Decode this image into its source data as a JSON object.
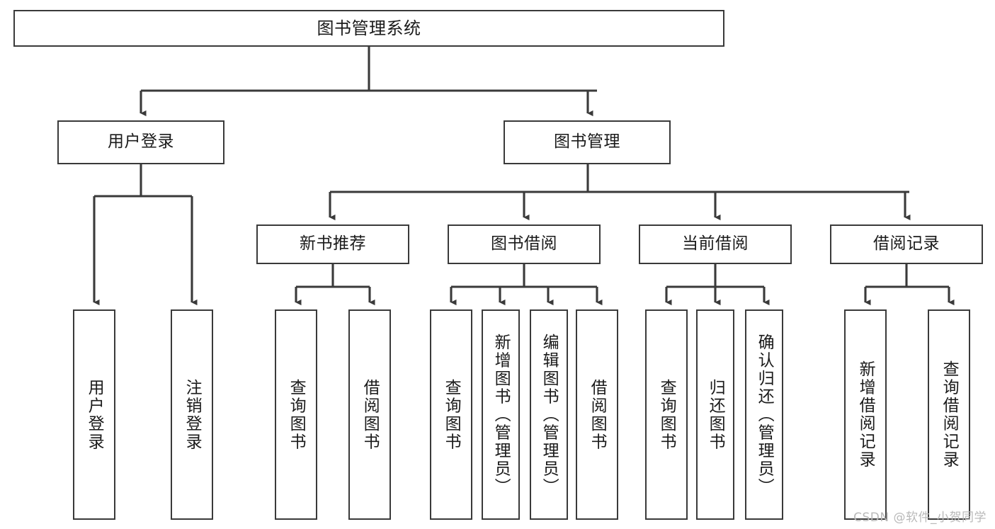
{
  "diagram": {
    "title": "图书管理系统",
    "type": "tree-hierarchy",
    "watermark": "CSDN @软件_小贺同学",
    "colors": {
      "border": "#3a3a3a",
      "fill": "#ffffff",
      "text": "#1a1a1a",
      "edge": "#3a3a3a",
      "watermark": "#b9b9b9"
    },
    "root": {
      "id": "root",
      "label": "图书管理系统"
    },
    "level2": [
      {
        "id": "l2-0",
        "label": "用户登录"
      },
      {
        "id": "l2-1",
        "label": "图书管理"
      }
    ],
    "level3": [
      {
        "id": "l3-0",
        "label": "新书推荐"
      },
      {
        "id": "l3-1",
        "label": "图书借阅"
      },
      {
        "id": "l3-2",
        "label": "当前借阅"
      },
      {
        "id": "l3-3",
        "label": "借阅记录"
      }
    ],
    "leaves": [
      {
        "id": "leaf-0",
        "label": "用户登录",
        "parent": "l2-0"
      },
      {
        "id": "leaf-1",
        "label": "注销登录",
        "parent": "l2-0"
      },
      {
        "id": "leaf-2",
        "label": "查询图书",
        "parent": "l3-0"
      },
      {
        "id": "leaf-3",
        "label": "借阅图书",
        "parent": "l3-0"
      },
      {
        "id": "leaf-4",
        "label": "查询图书",
        "parent": "l3-1"
      },
      {
        "id": "leaf-5",
        "label": "新增图书（管理员）",
        "parent": "l3-1"
      },
      {
        "id": "leaf-6",
        "label": "编辑图书（管理员）",
        "parent": "l3-1"
      },
      {
        "id": "leaf-7",
        "label": "借阅图书",
        "parent": "l3-1"
      },
      {
        "id": "leaf-8",
        "label": "查询图书",
        "parent": "l3-2"
      },
      {
        "id": "leaf-9",
        "label": "归还图书",
        "parent": "l3-2"
      },
      {
        "id": "leaf-10",
        "label": "确认归还（管理员）",
        "parent": "l3-2"
      },
      {
        "id": "leaf-11",
        "label": "新增借阅记录",
        "parent": "l3-3"
      },
      {
        "id": "leaf-12",
        "label": "查询借阅记录",
        "parent": "l3-3"
      }
    ]
  }
}
